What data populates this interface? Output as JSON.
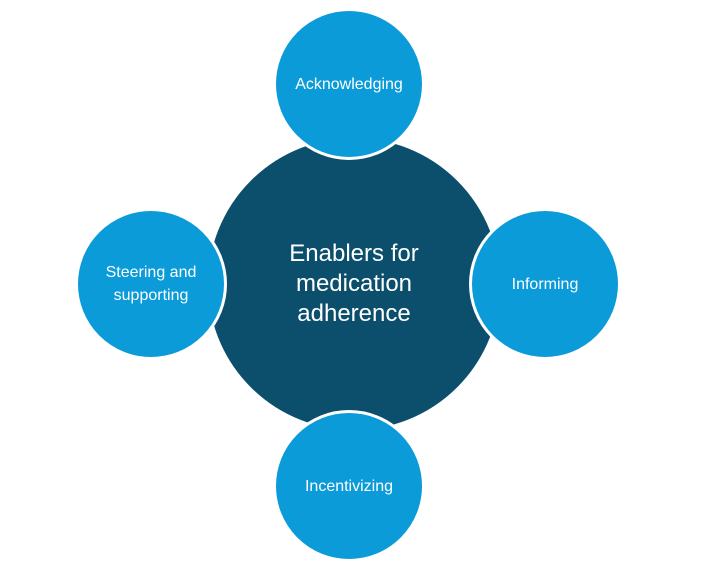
{
  "diagram": {
    "center_label": "Enablers for\nmedication\nadherence",
    "nodes": {
      "top": "Acknowledging",
      "right": "Informing",
      "bottom": "Incentivizing",
      "left": "Steering and\nsupporting"
    },
    "colors": {
      "center": "#0b4f6c",
      "satellite": "#0a9bd8",
      "text": "#ffffff"
    }
  }
}
